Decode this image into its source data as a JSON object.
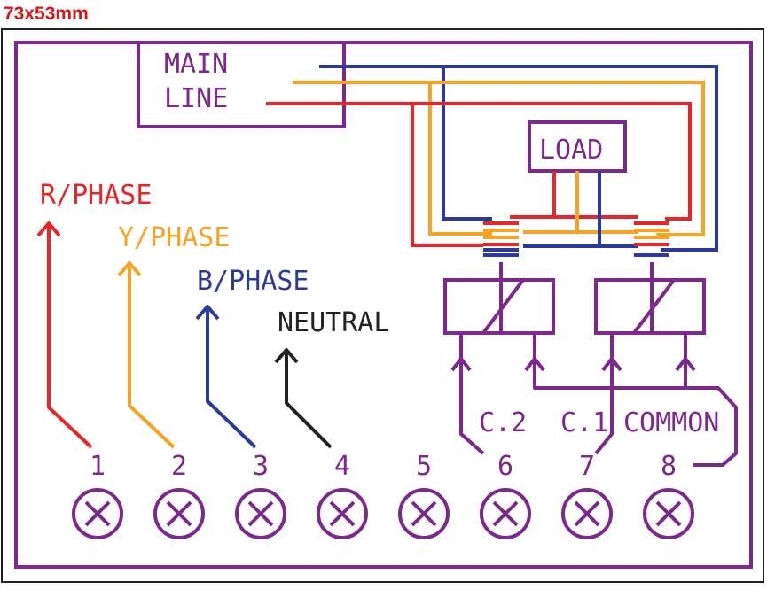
{
  "dimension_label": "73x53mm",
  "main_line": {
    "line1": "MAIN",
    "line2": "LINE"
  },
  "load_label": "LOAD",
  "phases": {
    "r": "R/PHASE",
    "y": "Y/PHASE",
    "b": "B/PHASE",
    "n": "NEUTRAL"
  },
  "coil_labels": {
    "c2": "C.2",
    "c1": "C.1",
    "common": "COMMON"
  },
  "terminals": [
    "1",
    "2",
    "3",
    "4",
    "5",
    "6",
    "7",
    "8"
  ],
  "colors": {
    "outline": "#7b2a8c",
    "red": "#e8262a",
    "orange": "#f7a325",
    "blue": "#2b3a9c",
    "black": "#222222",
    "dim_red": "#d8171c"
  }
}
